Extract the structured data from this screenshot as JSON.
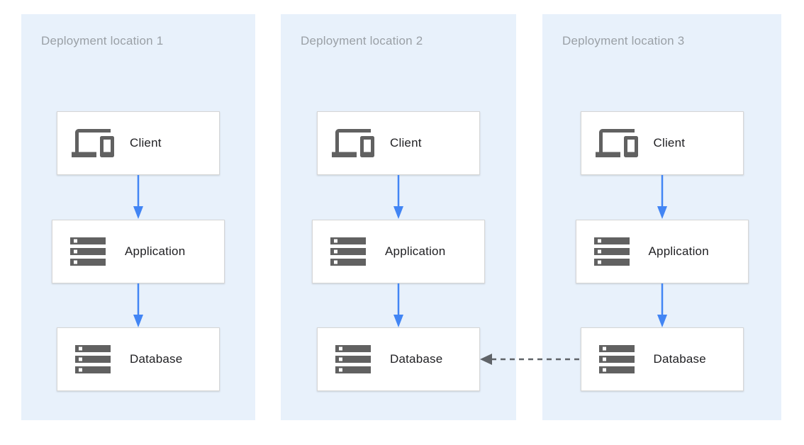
{
  "colors": {
    "panel_bg": "#e8f1fb",
    "box_border": "#d6d6d6",
    "title_text": "#9aa0a6",
    "label_text": "#212124",
    "icon": "#616161",
    "arrow": "#4285f4",
    "dashed_arrow": "#5f6368"
  },
  "panels": [
    {
      "title": "Deployment location 1",
      "nodes": [
        {
          "label": "Client",
          "icon": "devices-icon"
        },
        {
          "label": "Application",
          "icon": "storage-icon"
        },
        {
          "label": "Database",
          "icon": "storage-icon"
        }
      ]
    },
    {
      "title": "Deployment location 2",
      "nodes": [
        {
          "label": "Client",
          "icon": "devices-icon"
        },
        {
          "label": "Application",
          "icon": "storage-icon"
        },
        {
          "label": "Database",
          "icon": "storage-icon"
        }
      ]
    },
    {
      "title": "Deployment location 3",
      "nodes": [
        {
          "label": "Client",
          "icon": "devices-icon"
        },
        {
          "label": "Application",
          "icon": "storage-icon"
        },
        {
          "label": "Database",
          "icon": "storage-icon"
        }
      ]
    }
  ],
  "connections": {
    "vertical_arrow_style": "solid blue, Client to Application to Database",
    "cross_arrow": {
      "from": "Database (Deployment location 3)",
      "to": "Database (Deployment location 2)",
      "style": "dashed gray"
    }
  }
}
